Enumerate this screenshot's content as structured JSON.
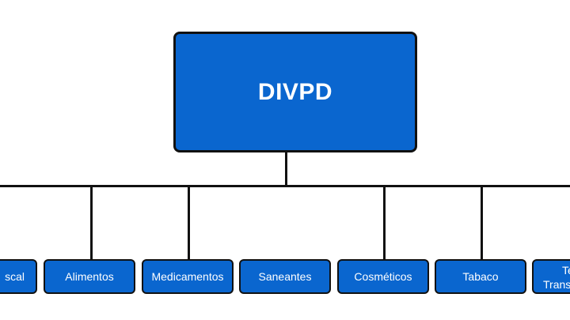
{
  "diagram": {
    "root": {
      "label": "DIVPD"
    },
    "children": [
      {
        "label": "scal"
      },
      {
        "label": "Alimentos"
      },
      {
        "label": "Medicamentos"
      },
      {
        "label": "Saneantes"
      },
      {
        "label": "Cosméticos"
      },
      {
        "label": "Tabaco"
      },
      {
        "label_line1": "Te",
        "label_line2": "Trans"
      }
    ]
  },
  "colors": {
    "node_fill": "#0a66cf",
    "node_border": "#111111",
    "connector": "#111111",
    "background": "#ffffff"
  }
}
